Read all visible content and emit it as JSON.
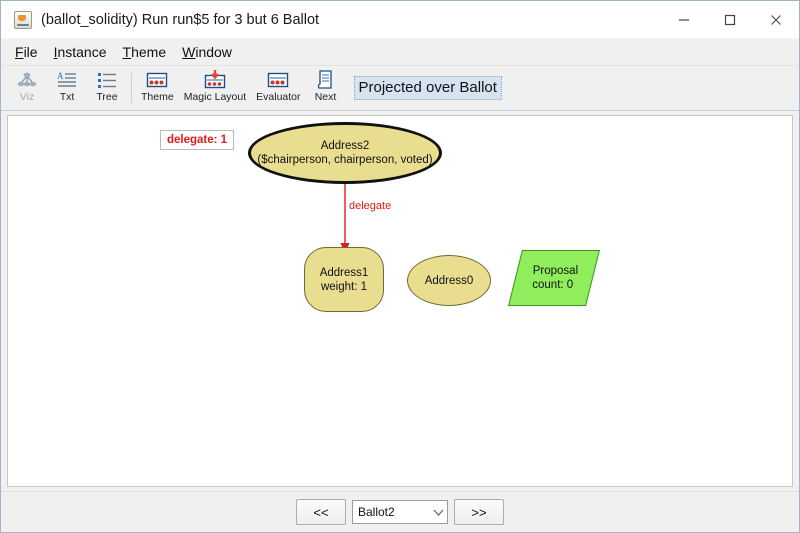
{
  "window": {
    "title": "(ballot_solidity) Run run$5 for 3 but 6 Ballot",
    "app_icon": "java-coffee-cup-icon",
    "minimize_label": "—",
    "maximize_label": "☐",
    "close_label": "✕"
  },
  "menubar": {
    "items": [
      {
        "mnemonic": "F",
        "rest": "ile"
      },
      {
        "mnemonic": "I",
        "rest": "nstance"
      },
      {
        "mnemonic": "T",
        "rest": "heme"
      },
      {
        "mnemonic": "W",
        "rest": "indow"
      }
    ]
  },
  "toolbar": {
    "buttons": [
      {
        "label": "Viz",
        "icon": "graph-viz-icon",
        "disabled": true
      },
      {
        "label": "Txt",
        "icon": "text-lines-icon",
        "disabled": false
      },
      {
        "label": "Tree",
        "icon": "tree-list-icon",
        "disabled": false
      },
      {
        "label": "Theme",
        "icon": "theme-window-icon",
        "disabled": false
      },
      {
        "label": "Magic Layout",
        "icon": "magic-layout-icon",
        "disabled": false
      },
      {
        "label": "Evaluator",
        "icon": "evaluator-icon",
        "disabled": false
      },
      {
        "label": "Next",
        "icon": "next-scroll-icon",
        "disabled": false
      }
    ],
    "projected_label": "Projected over Ballot"
  },
  "graph": {
    "legend": {
      "text": "delegate: 1"
    },
    "nodes": [
      {
        "id": "address2",
        "line1": "Address2",
        "line2": "($chairperson, chairperson, voted)",
        "shape": "ellipse-bold"
      },
      {
        "id": "address1",
        "line1": "Address1",
        "line2": "weight: 1",
        "shape": "rounded-square"
      },
      {
        "id": "address0",
        "line1": "Address0",
        "line2": "",
        "shape": "ellipse"
      },
      {
        "id": "proposal",
        "line1": "Proposal",
        "line2": "count: 0",
        "shape": "parallelogram"
      }
    ],
    "edges": [
      {
        "from": "address2",
        "to": "address1",
        "label": "delegate"
      }
    ]
  },
  "bottombar": {
    "prev_label": "<<",
    "next_label": ">>",
    "selector_value": "Ballot2",
    "selector_arrow": "chevron-down-icon"
  },
  "colors": {
    "node_fill": "#e9dd90",
    "node_border": "#6f6a35",
    "proposal_fill": "#90ee5c",
    "proposal_border": "#3f8f22",
    "edge": "#e01b1b",
    "projected_bg": "#d6e3f0"
  }
}
